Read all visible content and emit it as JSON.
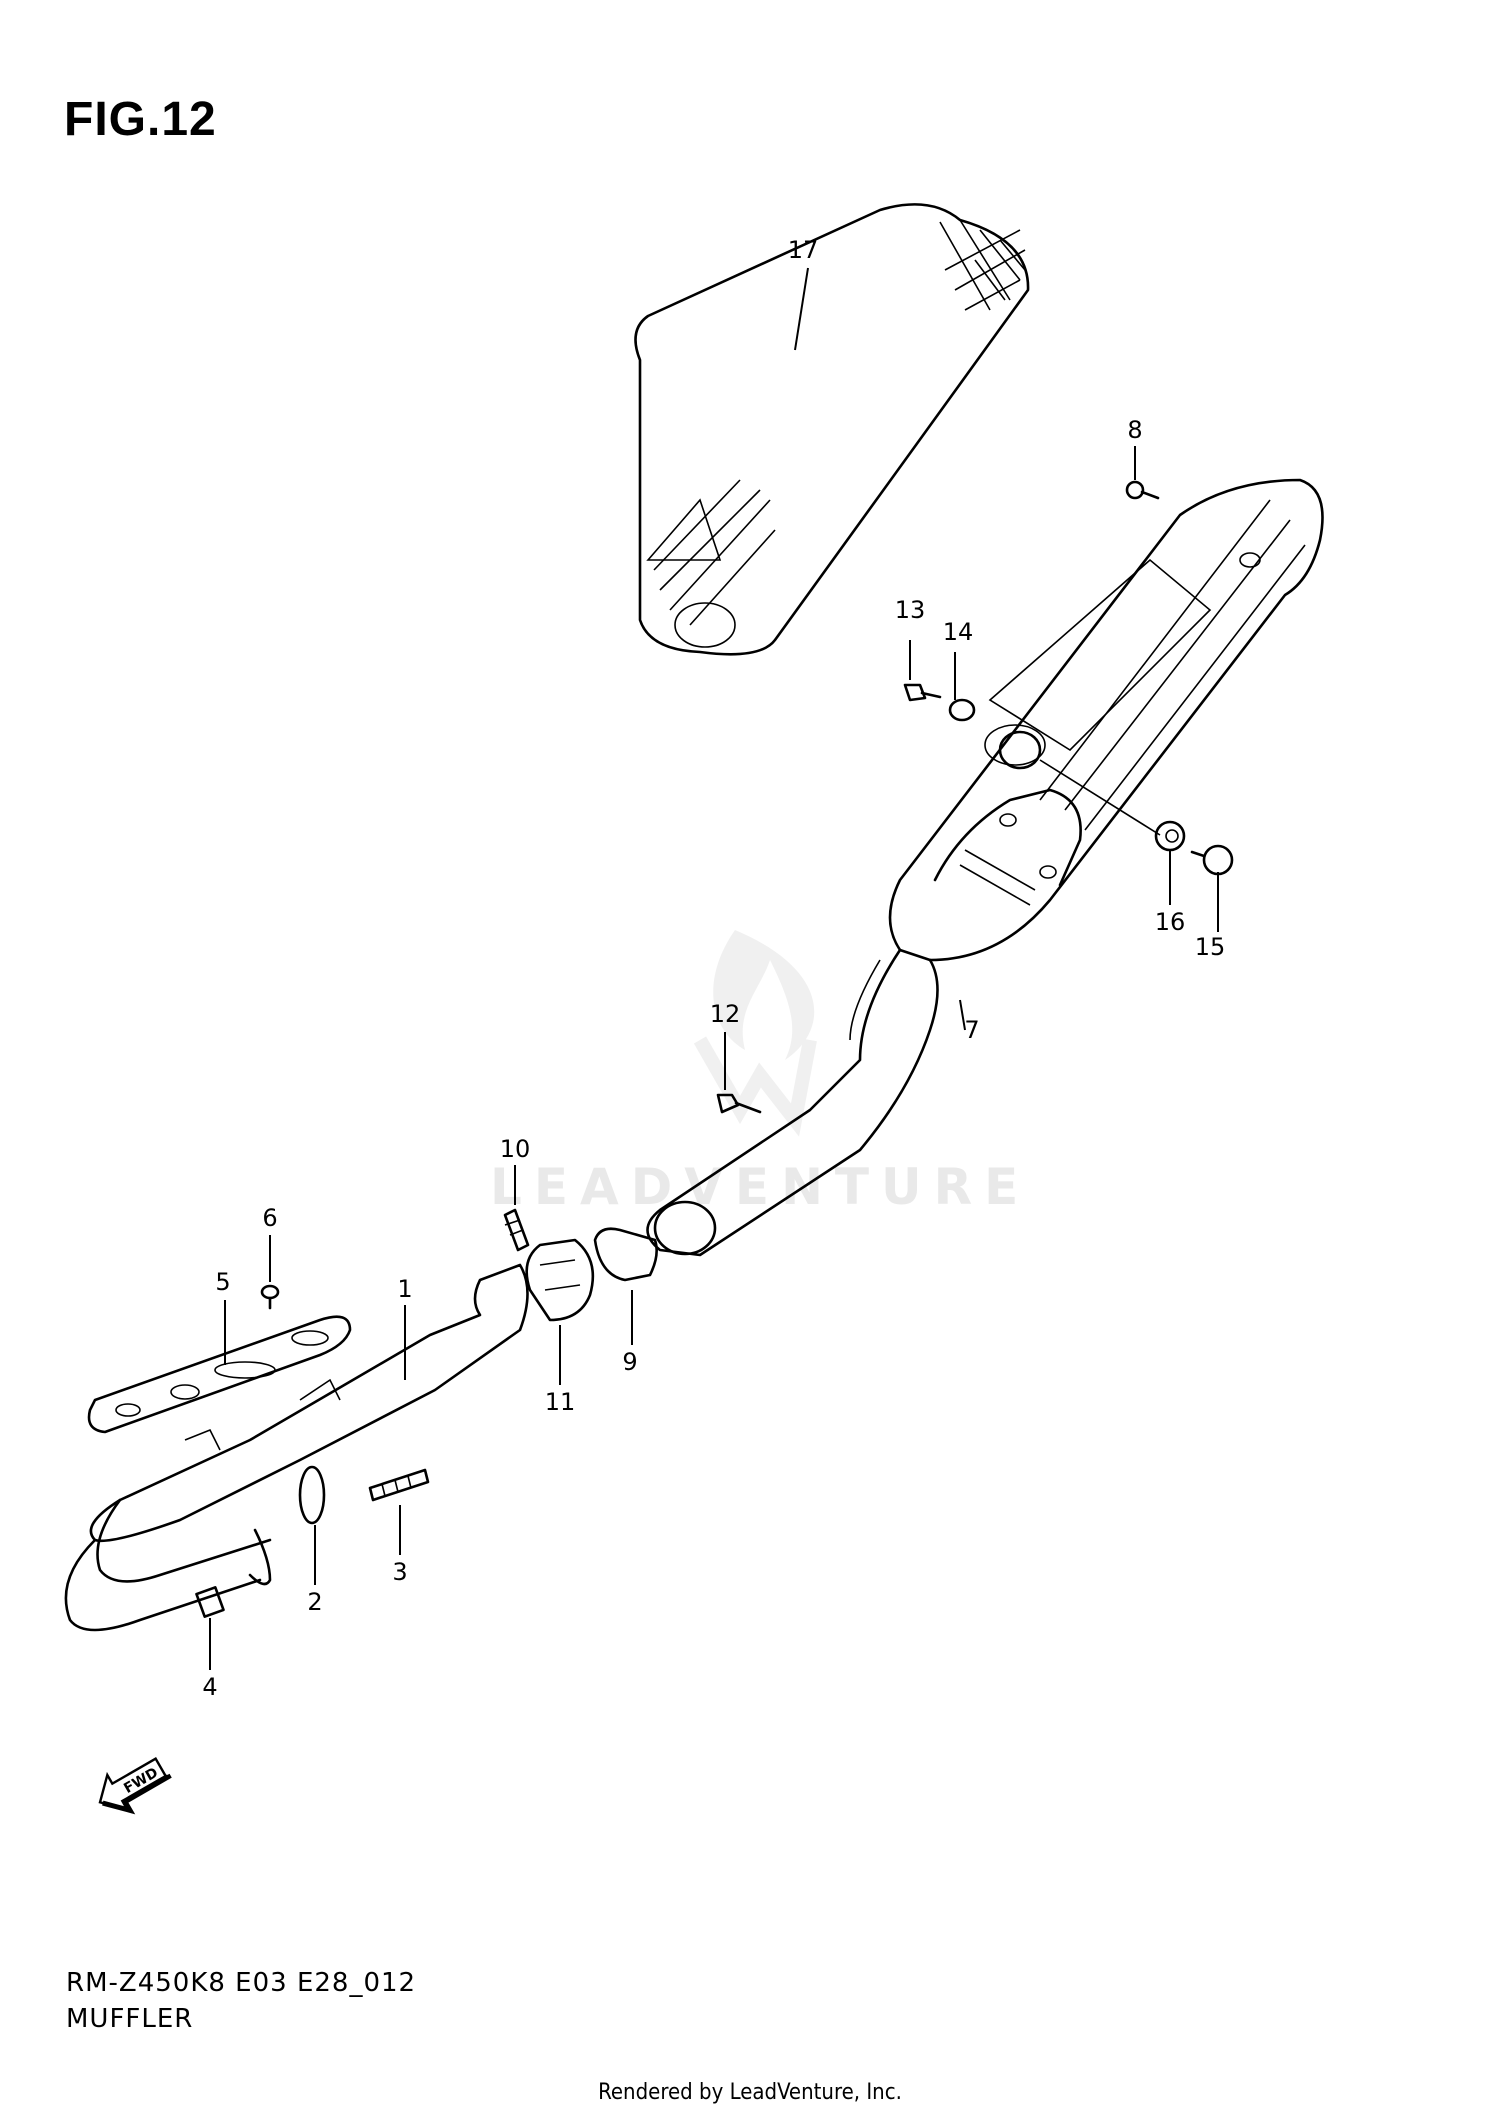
{
  "figure": {
    "title": "FIG.12",
    "model_code": "RM-Z450K8 E03 E28_012",
    "section_name": "MUFFLER",
    "footer": "Rendered by LeadVenture, Inc.",
    "watermark": "LEADVENTURE",
    "direction_marker": "FWD"
  },
  "callouts": [
    "1",
    "2",
    "3",
    "4",
    "5",
    "6",
    "7",
    "8",
    "9",
    "10",
    "11",
    "12",
    "13",
    "14",
    "15",
    "16",
    "17"
  ]
}
